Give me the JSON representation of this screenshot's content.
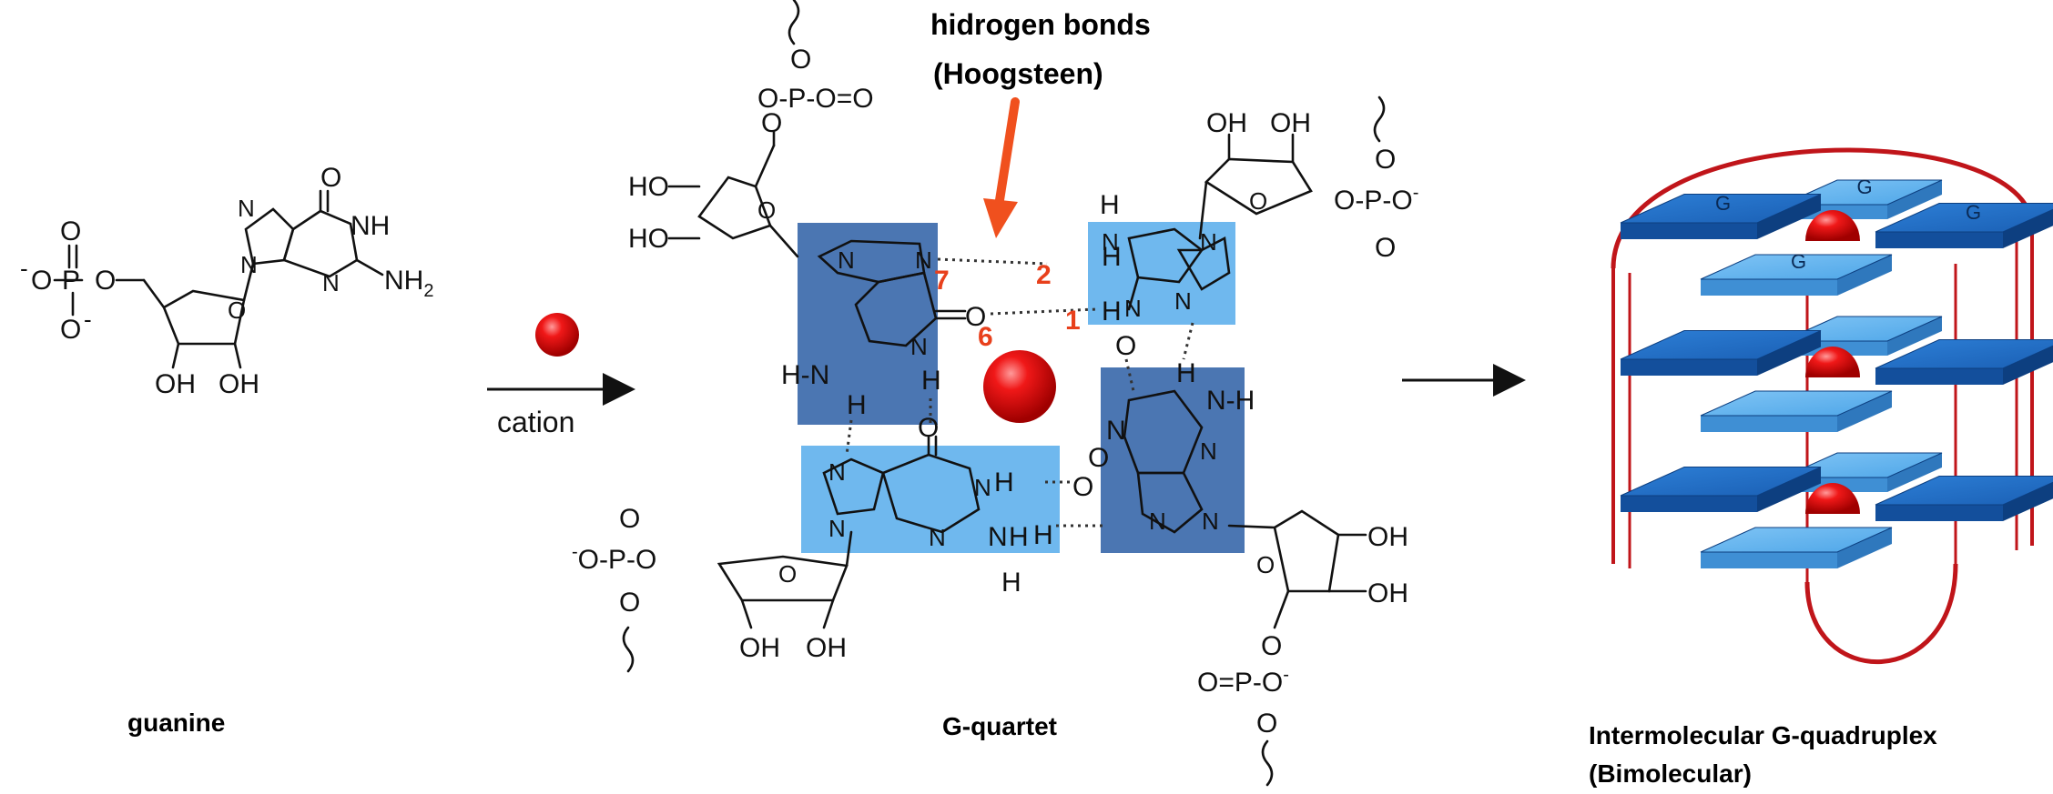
{
  "labels": {
    "guanine": "guanine",
    "cation": "cation",
    "g_quartet": "G-quartet",
    "hbond_line1": "hidrogen bonds",
    "hbond_line2": "(Hoogsteen)",
    "quadruplex_line1": "Intermolecular G-quadruplex",
    "quadruplex_line2": "(Bimolecular)"
  },
  "atoms": {
    "O": "O",
    "OH": "OH",
    "HO": "HO",
    "NH": "NH",
    "NH2": "NH",
    "sub2": "2",
    "N": "N",
    "H": "H",
    "P": "P",
    "minus": "-",
    "O_minus": "O",
    "H_N": "H-N",
    "N_H": "N-H"
  },
  "positions": {
    "p7": "7",
    "p2": "2",
    "p6": "6",
    "p1": "1"
  },
  "tetrad_letter": "G",
  "colors": {
    "dark_blue": "#4b76b2",
    "light_blue": "#6fb8ee",
    "cation_red": "#e01010",
    "arrow_orange": "#f0501e",
    "strand_red": "#c0151a"
  }
}
